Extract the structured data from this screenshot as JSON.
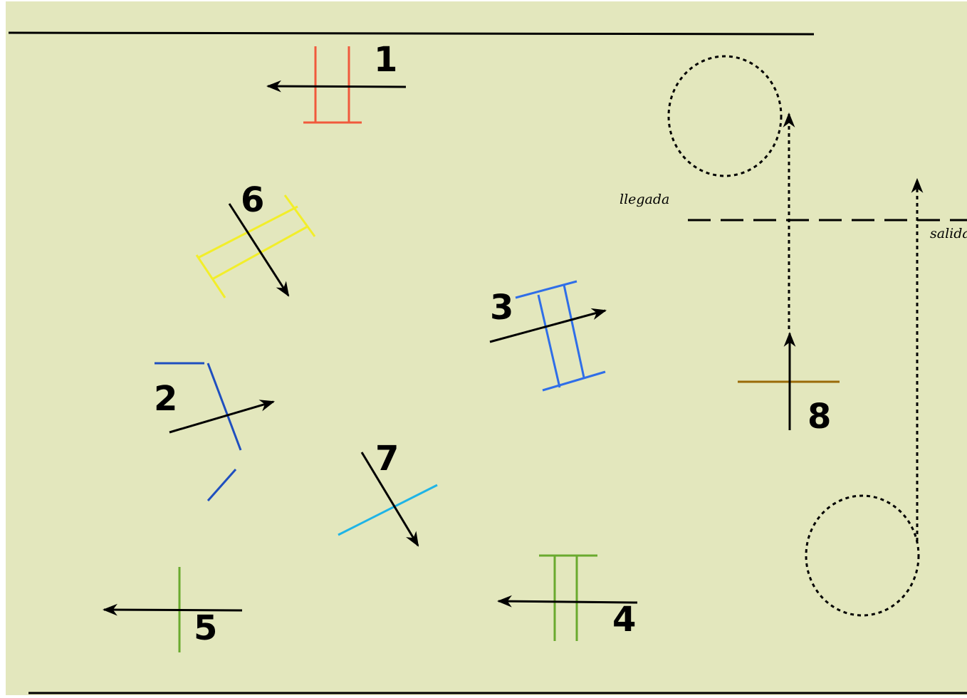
{
  "diagram": {
    "background_color": "#e3e7bd",
    "obstacles": [
      {
        "number": "1",
        "color": "#f05a3c"
      },
      {
        "number": "2",
        "color": "#1f4fbf"
      },
      {
        "number": "3",
        "color": "#2f6ee8"
      },
      {
        "number": "4",
        "color": "#6aaa2e"
      },
      {
        "number": "5",
        "color": "#6aaa2e"
      },
      {
        "number": "6",
        "color": "#f2ee2a"
      },
      {
        "number": "7",
        "color": "#1fb4e6"
      },
      {
        "number": "8",
        "color": "#9a6a08"
      }
    ],
    "labels": {
      "arrival": "llegada",
      "departure": "salida"
    }
  }
}
